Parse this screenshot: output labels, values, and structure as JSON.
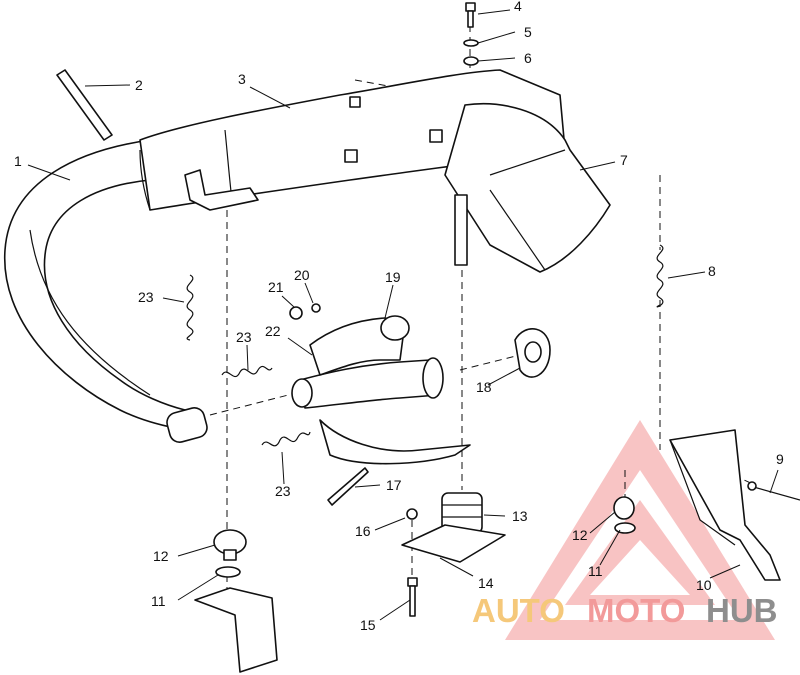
{
  "callouts": [
    {
      "id": "c1",
      "label": "1"
    },
    {
      "id": "c2",
      "label": "2"
    },
    {
      "id": "c3",
      "label": "3"
    },
    {
      "id": "c4",
      "label": "4"
    },
    {
      "id": "c5",
      "label": "5"
    },
    {
      "id": "c6",
      "label": "6"
    },
    {
      "id": "c7",
      "label": "7"
    },
    {
      "id": "c8",
      "label": "8"
    },
    {
      "id": "c9",
      "label": "9"
    },
    {
      "id": "c10",
      "label": "10"
    },
    {
      "id": "c11a",
      "label": "11"
    },
    {
      "id": "c11b",
      "label": "11"
    },
    {
      "id": "c12a",
      "label": "12"
    },
    {
      "id": "c12b",
      "label": "12"
    },
    {
      "id": "c13",
      "label": "13"
    },
    {
      "id": "c14",
      "label": "14"
    },
    {
      "id": "c15",
      "label": "15"
    },
    {
      "id": "c16",
      "label": "16"
    },
    {
      "id": "c17",
      "label": "17"
    },
    {
      "id": "c18",
      "label": "18"
    },
    {
      "id": "c19",
      "label": "19"
    },
    {
      "id": "c20",
      "label": "20"
    },
    {
      "id": "c21",
      "label": "21"
    },
    {
      "id": "c22",
      "label": "22"
    },
    {
      "id": "c23a",
      "label": "23"
    },
    {
      "id": "c23b",
      "label": "23"
    },
    {
      "id": "c23c",
      "label": "23"
    }
  ],
  "watermark": {
    "part1": "AUTO",
    "part2": "MOTO",
    "part3": "HUB",
    "colors": {
      "auto": "#f5c87a",
      "moto": "#f29a9a",
      "hub": "#8e8e8e",
      "triangle": "#f08080"
    }
  }
}
